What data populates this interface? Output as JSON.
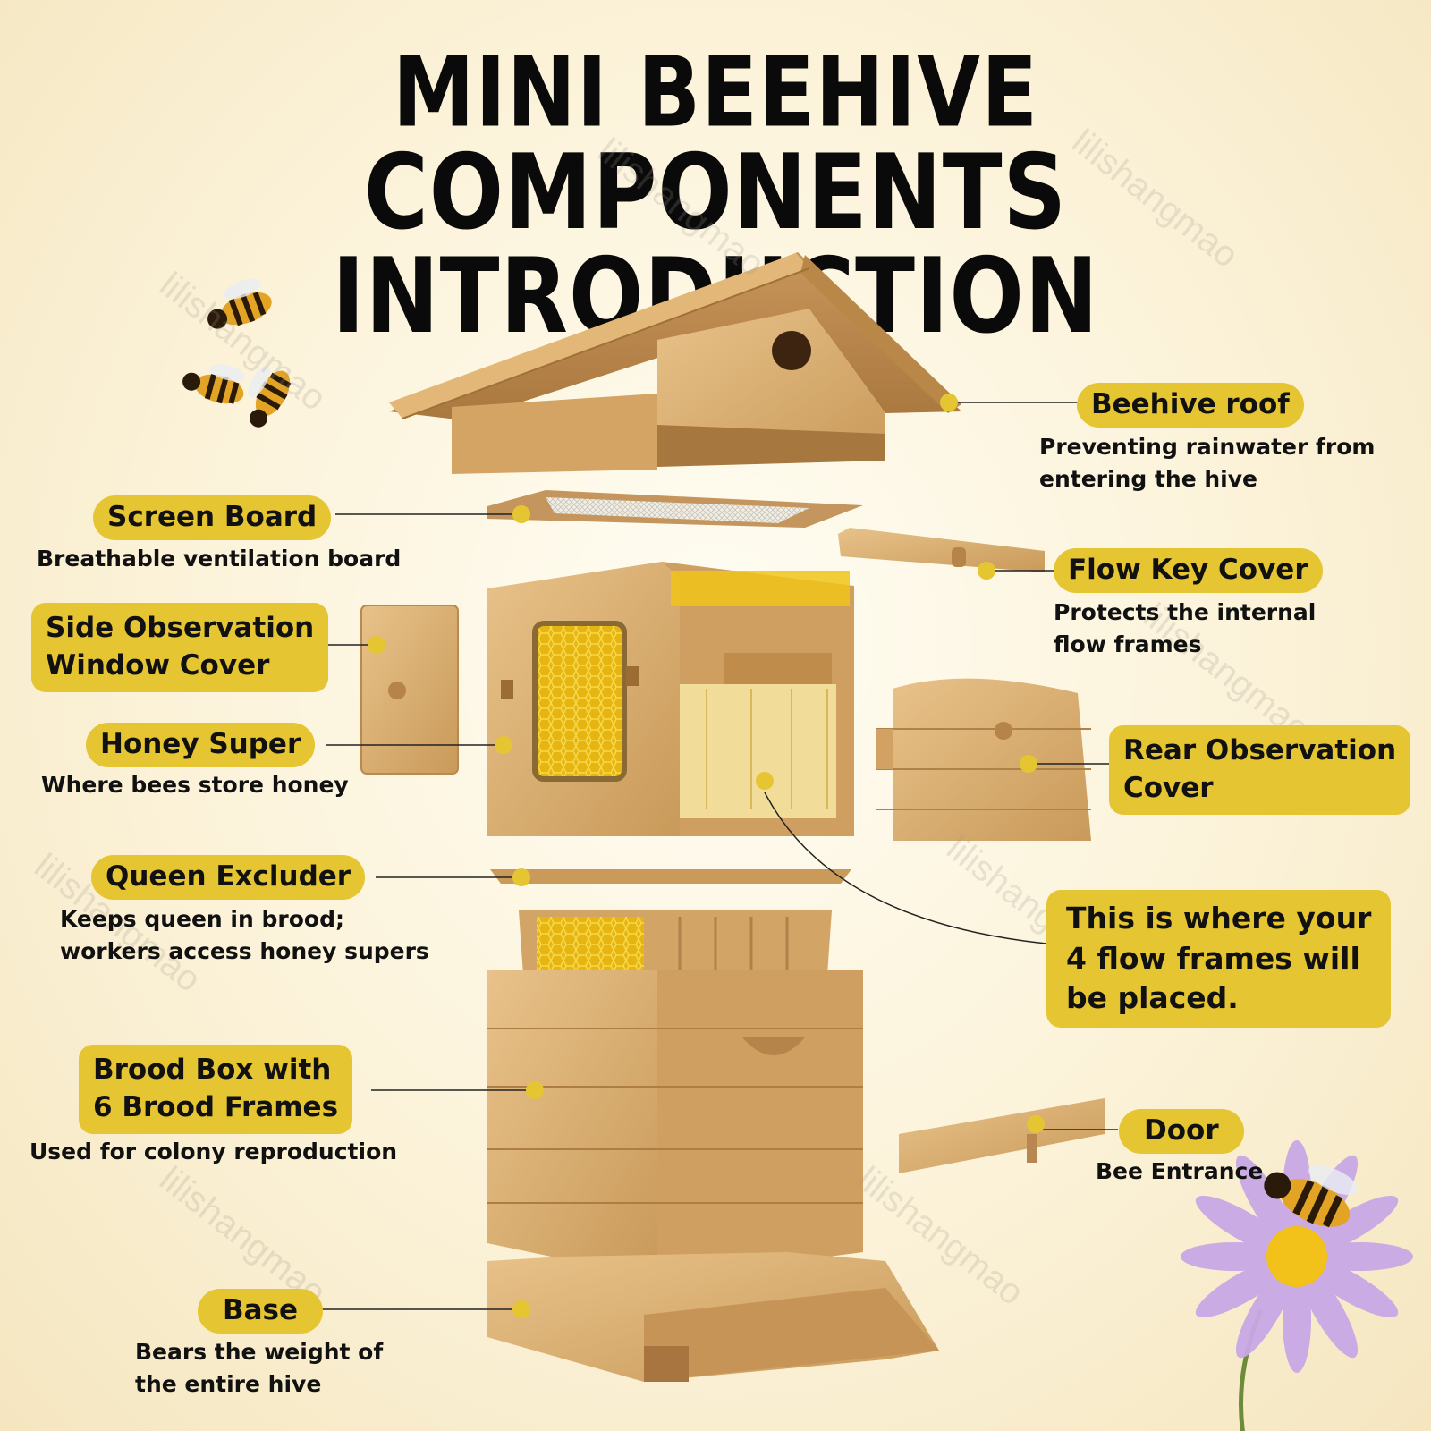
{
  "title": {
    "line1": "MINI BEEHIVE",
    "line2": "COMPONENTS INTRODUCTION"
  },
  "watermark": "lilishangmao",
  "components": {
    "roof": {
      "label": "Beehive roof",
      "desc": "Preventing rainwater from\nentering the hive"
    },
    "screen_board": {
      "label": "Screen Board",
      "desc": "Breathable ventilation board"
    },
    "flow_key_cover": {
      "label": "Flow Key Cover",
      "desc": "Protects the internal\nflow frames"
    },
    "side_window_cover": {
      "label": "Side Observation\nWindow Cover"
    },
    "honey_super": {
      "label": "Honey Super",
      "desc": "Where bees store honey"
    },
    "rear_cover": {
      "label": "Rear Observation\nCover"
    },
    "queen_excluder": {
      "label": "Queen Excluder",
      "desc": "Keeps queen in brood;\nworkers access honey supers"
    },
    "flow_frames_note": {
      "label": "This is where your\n4 flow frames will\nbe placed."
    },
    "brood_box": {
      "label": "Brood Box with\n6 Brood Frames",
      "desc": "Used for colony reproduction"
    },
    "door": {
      "label": "Door",
      "desc": "Bee Entrance"
    },
    "base": {
      "label": "Base",
      "desc": "Bears the weight of\nthe entire hive"
    }
  },
  "colors": {
    "accent": "#e6c532",
    "wood": "#d9ab6a",
    "text": "#111111"
  }
}
